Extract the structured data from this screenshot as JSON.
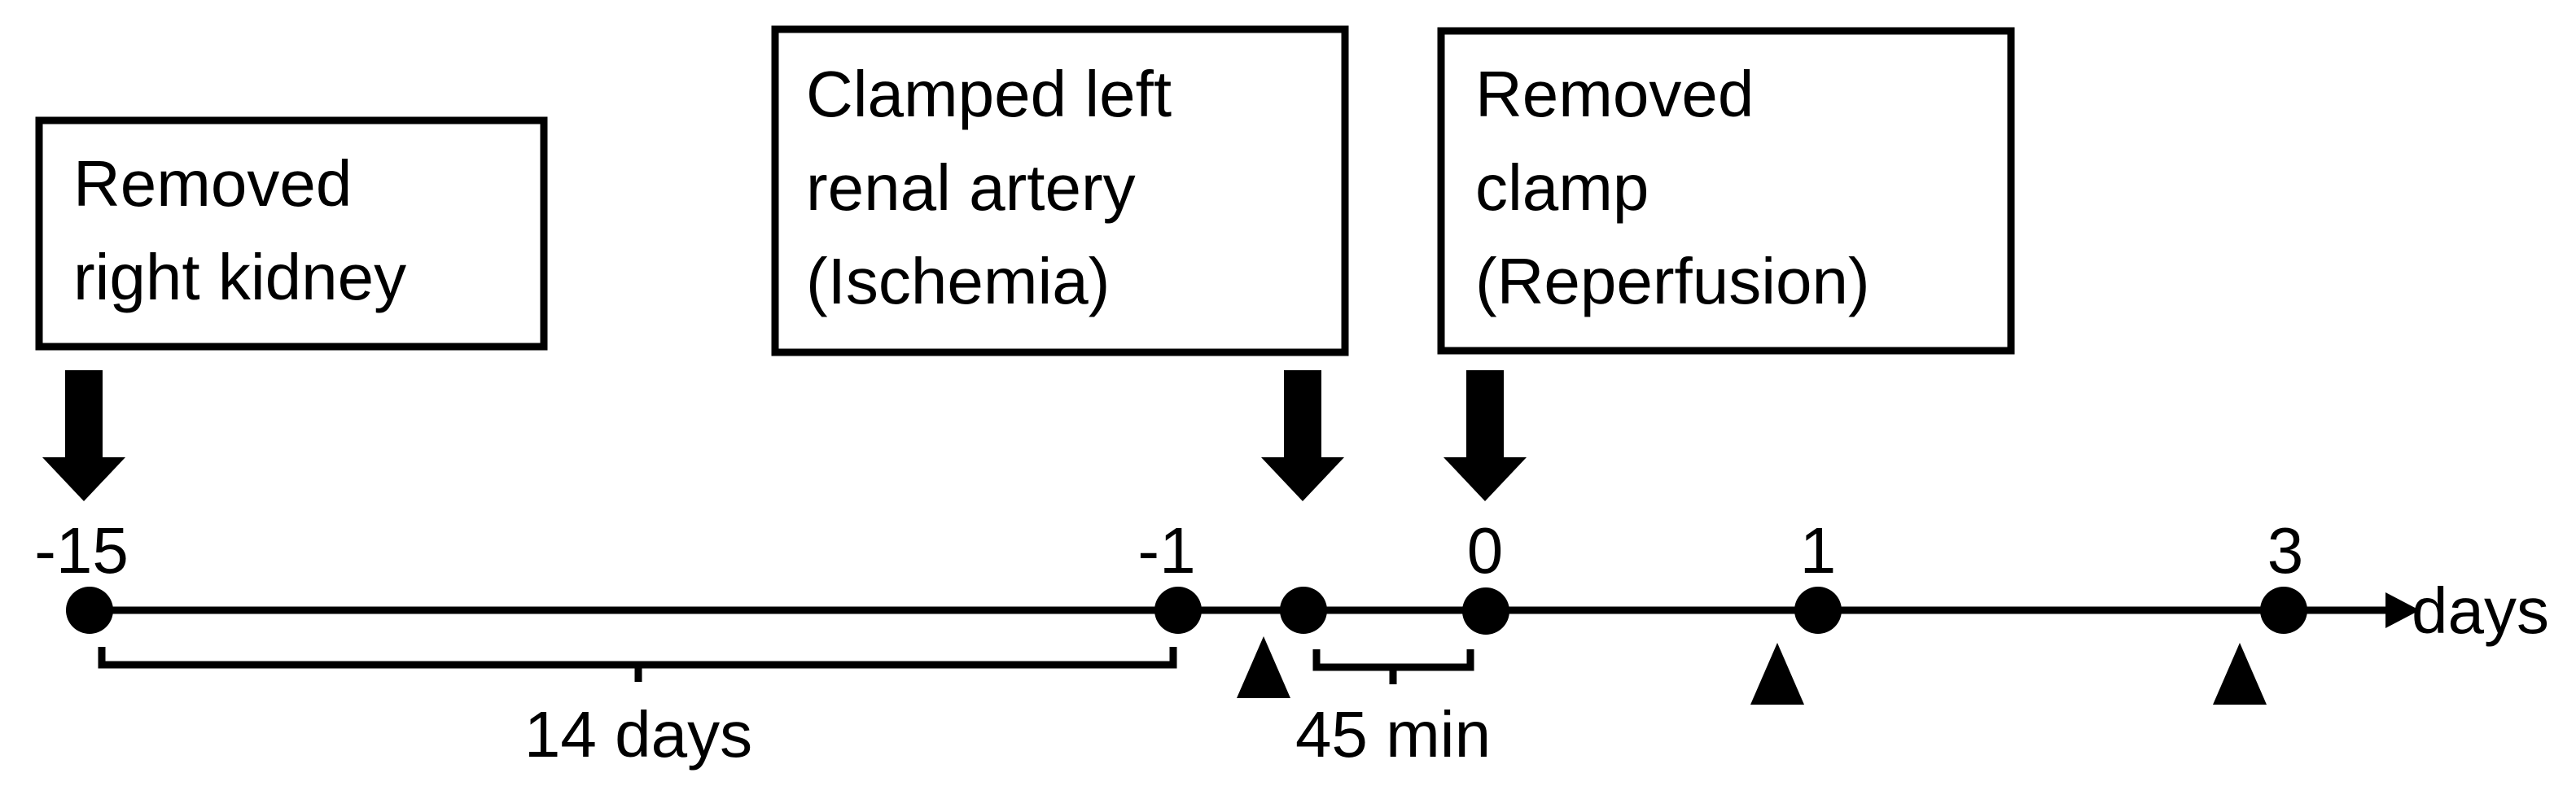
{
  "boxes": {
    "box1": {
      "line1": "Removed",
      "line2": "right kidney"
    },
    "box2": {
      "line1": "Clamped left",
      "line2": "renal artery",
      "line3": "(Ischemia)"
    },
    "box3": {
      "line1": "Removed",
      "line2": "clamp",
      "line3": "(Reperfusion)"
    }
  },
  "ticks": {
    "t_minus15": "-15",
    "t_minus1": "-1",
    "t_zero": "0",
    "t_one": "1",
    "t_three": "3"
  },
  "axis_unit": "days",
  "spans": {
    "span_14": "14 days",
    "span_45": "45 min"
  },
  "markers": {
    "arrow_icon": "down-arrow-icon",
    "triangle_icon": "triangle-up-icon",
    "dot_icon": "timepoint-dot"
  }
}
